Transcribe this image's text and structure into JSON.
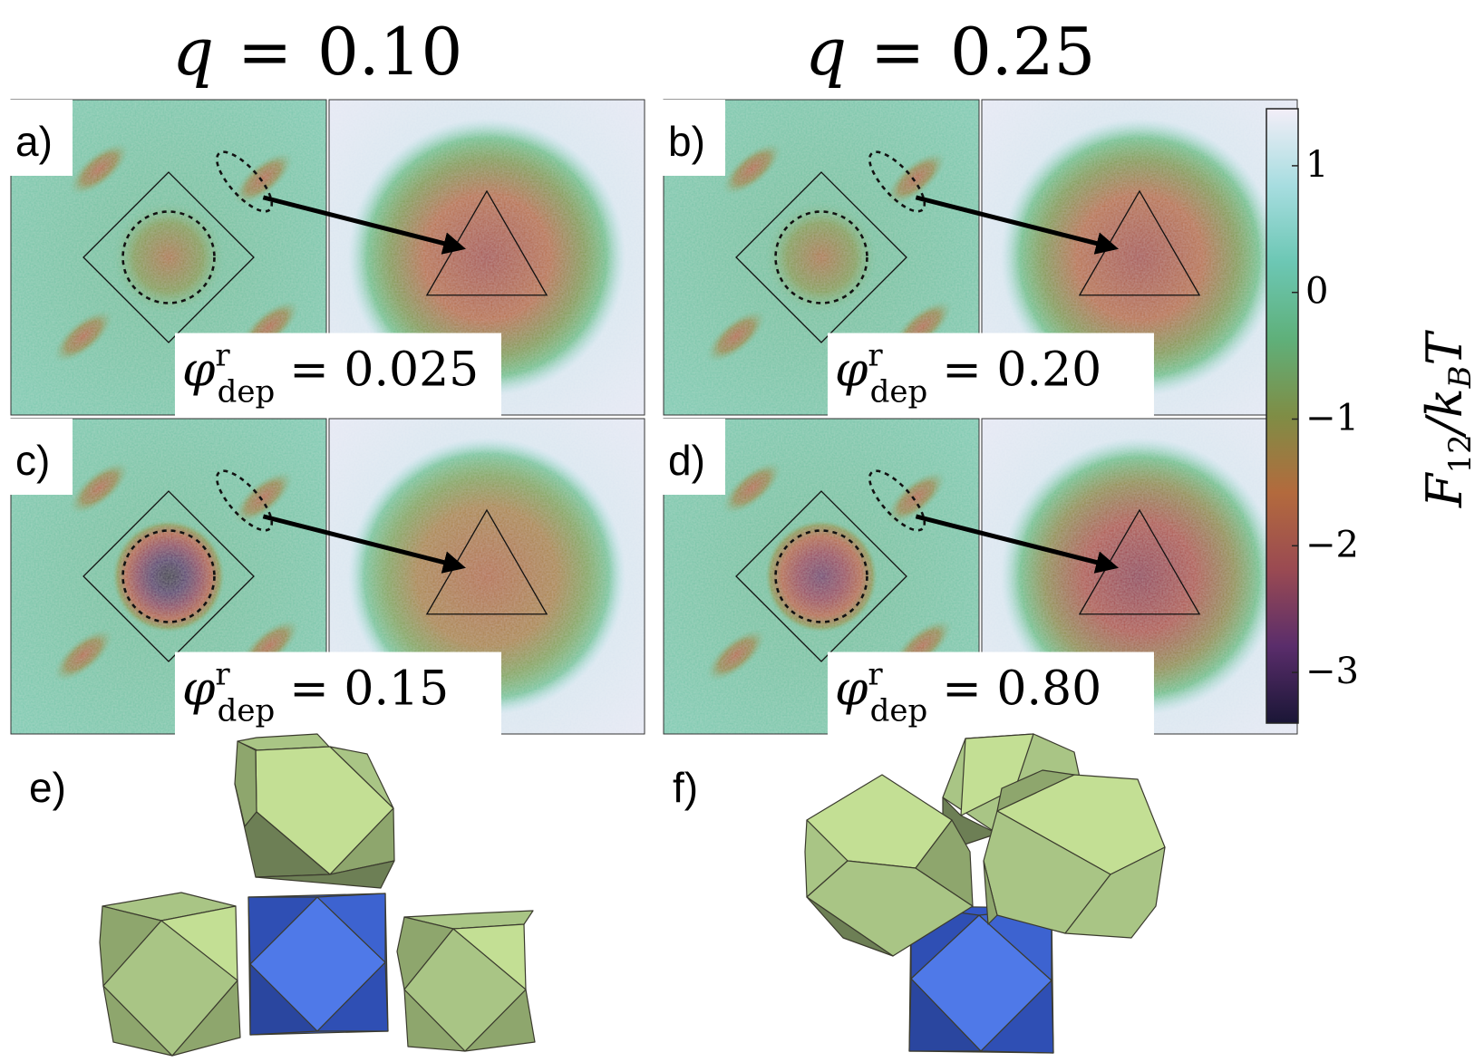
{
  "columns": [
    {
      "var": "q",
      "eq": "=",
      "value": "0.10"
    },
    {
      "var": "q",
      "eq": "=",
      "value": "0.25"
    }
  ],
  "panels": [
    {
      "label": "a)",
      "phi_value": "0.025",
      "center_strength": 0.35
    },
    {
      "label": "b)",
      "phi_value": "0.20",
      "center_strength": 0.28
    },
    {
      "label": "c)",
      "phi_value": "0.15",
      "center_strength": 1.0
    },
    {
      "label": "d)",
      "phi_value": "0.80",
      "center_strength": 0.62
    }
  ],
  "phi_label": {
    "symbol": "φ",
    "superscript": "r",
    "subscript": "dep",
    "eq": "="
  },
  "colorbar": {
    "label_main": "F",
    "label_sub": "12",
    "label_slash": "/k",
    "label_sub2": "B",
    "label_end": "T",
    "ticks": [
      "1",
      "0",
      "−1",
      "−2",
      "−3"
    ],
    "tick_values": [
      1,
      0,
      -1,
      -2,
      -3
    ],
    "range": [
      -3.4,
      1.45
    ],
    "colors": [
      "#1a1636",
      "#5a2d6b",
      "#9a4a52",
      "#b36a3d",
      "#7f8d45",
      "#5fb07a",
      "#6cc7b4",
      "#a7dde0",
      "#f3eef8"
    ]
  },
  "bottom_labels": [
    "e)",
    "f)"
  ],
  "colors": {
    "green_face_light": "#c3df94",
    "green_face_mid": "#a9c585",
    "green_face_dark": "#8ea66d",
    "green_face_shadow": "#6d7f55",
    "blue_face_light": "#4f79e8",
    "blue_face_dark": "#2f4fb4"
  }
}
